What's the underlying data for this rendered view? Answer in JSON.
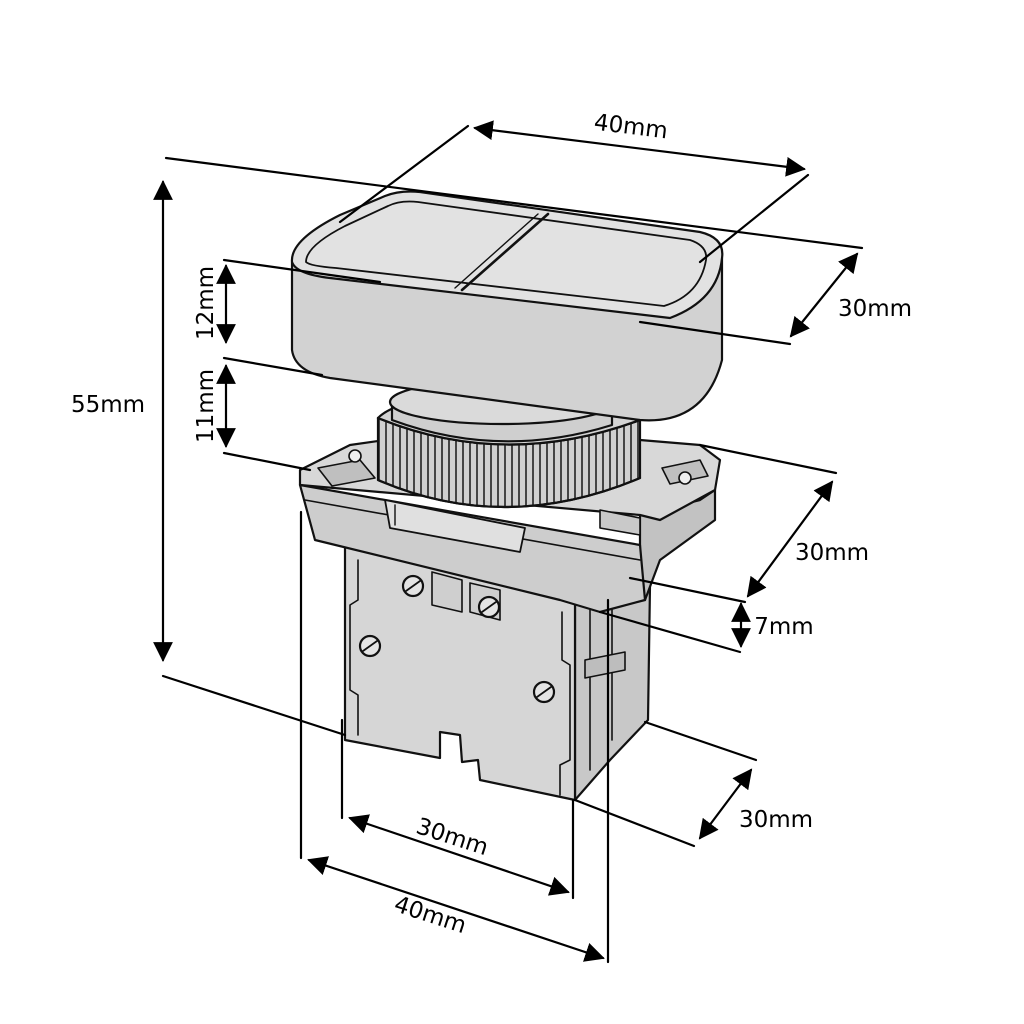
{
  "colors": {
    "body_fill": "#d9d9d9",
    "body_fill_dark": "#c4c4c4",
    "cap_fill": "#dedede",
    "outline": "#111111",
    "dimension_line": "#000000",
    "background": "#ffffff"
  },
  "dimensions": {
    "cap_width": "40mm",
    "cap_depth": "30mm",
    "cap_height": "12mm",
    "collar_height": "11mm",
    "total_height": "55mm",
    "flange_depth": "30mm",
    "flange_thickness": "7mm",
    "body_depth": "30mm",
    "body_width": "30mm",
    "overall_width": "40mm"
  }
}
